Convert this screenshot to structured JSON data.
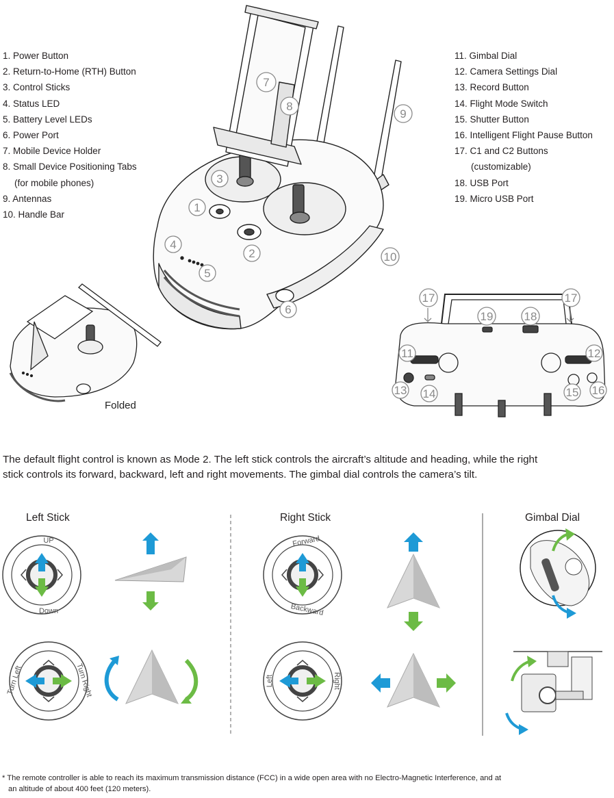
{
  "components_left": [
    "1. Power Button",
    "2. Return-to-Home (RTH) Button",
    "3. Control Sticks",
    "4. Status LED",
    "5. Battery Level LEDs",
    "6. Power Port",
    "7. Mobile Device Holder",
    "8. Small Device Positioning Tabs",
    "(for mobile phones)",
    "9. Antennas",
    "10. Handle Bar"
  ],
  "components_right": [
    "11. Gimbal Dial",
    "12. Camera Settings Dial",
    "13. Record Button",
    "14. Flight Mode Switch",
    "15. Shutter Button",
    "16. Intelligent Flight Pause Button",
    "17. C1 and C2 Buttons",
    "(customizable)",
    "18. USB Port",
    "19. Micro USB Port"
  ],
  "folded_label": "Folded",
  "callouts": {
    "c1": "1",
    "c2": "2",
    "c3": "3",
    "c4": "4",
    "c5": "5",
    "c6": "6",
    "c7": "7",
    "c8": "8",
    "c9": "9",
    "c10": "10",
    "c11": "11",
    "c12": "12",
    "c13": "13",
    "c14": "14",
    "c15": "15",
    "c16": "16",
    "c17": "17",
    "c18": "18",
    "c19": "19"
  },
  "description_line1": "The default flight control is known as Mode 2. The left stick controls the aircraft’s altitude and heading, while the right",
  "description_line2": "stick controls its forward, backward, left and right movements. The gimbal dial controls the camera’s tilt.",
  "sections": {
    "left_stick": "Left Stick",
    "right_stick": "Right Stick",
    "gimbal_dial": "Gimbal Dial"
  },
  "stick_labels": {
    "up": "UP",
    "down": "Down",
    "turn_left": "Turn Left",
    "turn_right": "Turn Right",
    "forward": "Forward",
    "backward": "Backward",
    "left": "Left",
    "right": "Right"
  },
  "footnote_line1": "* The remote controller is able to reach its maximum transmission distance (FCC) in a wide open area with no Electro-Magnetic Interference, and at",
  "footnote_line2": "an altitude of about 400 feet (120 meters).",
  "colors": {
    "blue": "#1e9ad6",
    "green": "#6cbb45",
    "line": "#555555"
  }
}
